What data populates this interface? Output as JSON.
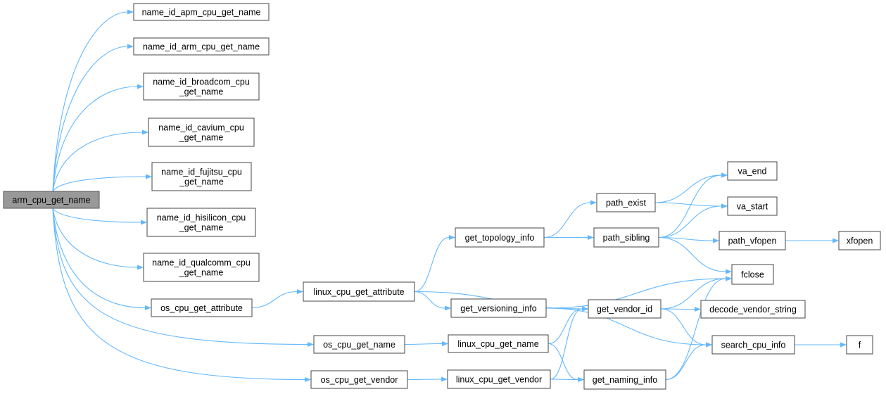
{
  "colors": {
    "edge": "#63b8ff",
    "root_fill": "#999999",
    "node_border": "#444444"
  },
  "nodes": {
    "arm_cpu_get_name": {
      "lines": [
        "arm_cpu_get_name"
      ],
      "root": true
    },
    "name_id_apm_cpu_get_name": {
      "lines": [
        "name_id_apm_cpu_get_name"
      ]
    },
    "name_id_arm_cpu_get_name": {
      "lines": [
        "name_id_arm_cpu_get_name"
      ]
    },
    "name_id_broadcom_cpu_get_name": {
      "lines": [
        "name_id_broadcom_cpu",
        "_get_name"
      ]
    },
    "name_id_cavium_cpu_get_name": {
      "lines": [
        "name_id_cavium_cpu",
        "_get_name"
      ]
    },
    "name_id_fujitsu_cpu_get_name": {
      "lines": [
        "name_id_fujitsu_cpu",
        "_get_name"
      ]
    },
    "name_id_hisilicon_cpu_get_name": {
      "lines": [
        "name_id_hisilicon_cpu",
        "_get_name"
      ]
    },
    "name_id_qualcomm_cpu_get_name": {
      "lines": [
        "name_id_qualcomm_cpu",
        "_get_name"
      ]
    },
    "os_cpu_get_attribute": {
      "lines": [
        "os_cpu_get_attribute"
      ]
    },
    "os_cpu_get_name": {
      "lines": [
        "os_cpu_get_name"
      ]
    },
    "os_cpu_get_vendor": {
      "lines": [
        "os_cpu_get_vendor"
      ]
    },
    "linux_cpu_get_attribute": {
      "lines": [
        "linux_cpu_get_attribute"
      ]
    },
    "linux_cpu_get_name": {
      "lines": [
        "linux_cpu_get_name"
      ]
    },
    "linux_cpu_get_vendor": {
      "lines": [
        "linux_cpu_get_vendor"
      ]
    },
    "get_topology_info": {
      "lines": [
        "get_topology_info"
      ]
    },
    "get_versioning_info": {
      "lines": [
        "get_versioning_info"
      ]
    },
    "path_exist": {
      "lines": [
        "path_exist"
      ]
    },
    "path_sibling": {
      "lines": [
        "path_sibling"
      ]
    },
    "get_vendor_id": {
      "lines": [
        "get_vendor_id"
      ]
    },
    "get_naming_info": {
      "lines": [
        "get_naming_info"
      ]
    },
    "va_end": {
      "lines": [
        "va_end"
      ]
    },
    "va_start": {
      "lines": [
        "va_start"
      ]
    },
    "path_vfopen": {
      "lines": [
        "path_vfopen"
      ]
    },
    "fclose": {
      "lines": [
        "fclose"
      ]
    },
    "decode_vendor_string": {
      "lines": [
        "decode_vendor_string"
      ]
    },
    "search_cpu_info": {
      "lines": [
        "search_cpu_info"
      ]
    },
    "xfopen": {
      "lines": [
        "xfopen"
      ]
    },
    "f": {
      "lines": [
        "f"
      ]
    }
  },
  "edges": [
    [
      "arm_cpu_get_name",
      "name_id_apm_cpu_get_name"
    ],
    [
      "arm_cpu_get_name",
      "name_id_arm_cpu_get_name"
    ],
    [
      "arm_cpu_get_name",
      "name_id_broadcom_cpu_get_name"
    ],
    [
      "arm_cpu_get_name",
      "name_id_cavium_cpu_get_name"
    ],
    [
      "arm_cpu_get_name",
      "name_id_fujitsu_cpu_get_name"
    ],
    [
      "arm_cpu_get_name",
      "name_id_hisilicon_cpu_get_name"
    ],
    [
      "arm_cpu_get_name",
      "name_id_qualcomm_cpu_get_name"
    ],
    [
      "arm_cpu_get_name",
      "os_cpu_get_attribute"
    ],
    [
      "arm_cpu_get_name",
      "os_cpu_get_name"
    ],
    [
      "arm_cpu_get_name",
      "os_cpu_get_vendor"
    ],
    [
      "os_cpu_get_attribute",
      "linux_cpu_get_attribute"
    ],
    [
      "os_cpu_get_name",
      "linux_cpu_get_name"
    ],
    [
      "os_cpu_get_vendor",
      "linux_cpu_get_vendor"
    ],
    [
      "linux_cpu_get_attribute",
      "get_topology_info"
    ],
    [
      "linux_cpu_get_attribute",
      "get_versioning_info"
    ],
    [
      "linux_cpu_get_attribute",
      "get_vendor_id"
    ],
    [
      "linux_cpu_get_name",
      "get_vendor_id"
    ],
    [
      "linux_cpu_get_name",
      "get_naming_info"
    ],
    [
      "linux_cpu_get_vendor",
      "get_vendor_id"
    ],
    [
      "linux_cpu_get_vendor",
      "get_naming_info"
    ],
    [
      "get_topology_info",
      "path_exist"
    ],
    [
      "get_topology_info",
      "path_sibling"
    ],
    [
      "get_versioning_info",
      "get_vendor_id"
    ],
    [
      "get_versioning_info",
      "fclose"
    ],
    [
      "get_versioning_info",
      "search_cpu_info"
    ],
    [
      "path_exist",
      "va_end"
    ],
    [
      "path_exist",
      "va_start"
    ],
    [
      "path_sibling",
      "va_end"
    ],
    [
      "path_sibling",
      "va_start"
    ],
    [
      "path_sibling",
      "path_vfopen"
    ],
    [
      "path_sibling",
      "fclose"
    ],
    [
      "path_vfopen",
      "xfopen"
    ],
    [
      "get_vendor_id",
      "fclose"
    ],
    [
      "get_vendor_id",
      "decode_vendor_string"
    ],
    [
      "get_vendor_id",
      "search_cpu_info"
    ],
    [
      "get_naming_info",
      "fclose"
    ],
    [
      "get_naming_info",
      "search_cpu_info"
    ],
    [
      "search_cpu_info",
      "f"
    ]
  ]
}
